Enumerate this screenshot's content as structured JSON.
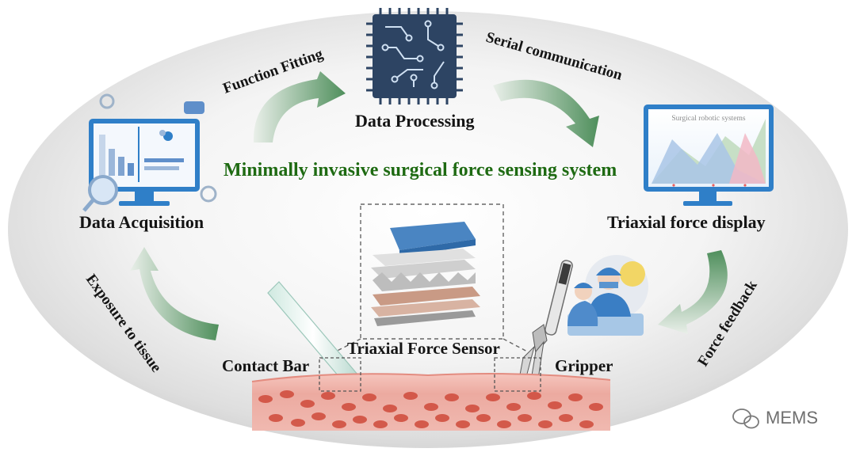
{
  "title": "Minimally invasive surgical force sensing system",
  "nodes": {
    "data_acquisition": "Data Acquisition",
    "data_processing": "Data Processing",
    "triaxial_force_display": "Triaxial force display",
    "triaxial_force_sensor": "Triaxial Force Sensor",
    "contact_bar": "Contact Bar",
    "gripper": "Gripper"
  },
  "edges": {
    "function_fitting": "Function Fitting",
    "serial_communication": "Serial communication",
    "force_feedback": "Force feedback",
    "exposure_to_tissue": "Exposure to tissue"
  },
  "monitor_caption": "Surgical robotic systems",
  "watermark": "MEMS",
  "colors": {
    "title": "#1e6a12",
    "arrow_green": "#4f8f5c",
    "chip": "#2d4463",
    "monitor": "#2f7fc8",
    "tissue": "#e79a8e",
    "sensor_top": "#4a85c2"
  },
  "icons": [
    "gear-icon",
    "chip-icon",
    "monitor-icon",
    "surgeon-icon",
    "probe-icon",
    "gripper-icon",
    "tissue-icon",
    "wechat-icon"
  ]
}
